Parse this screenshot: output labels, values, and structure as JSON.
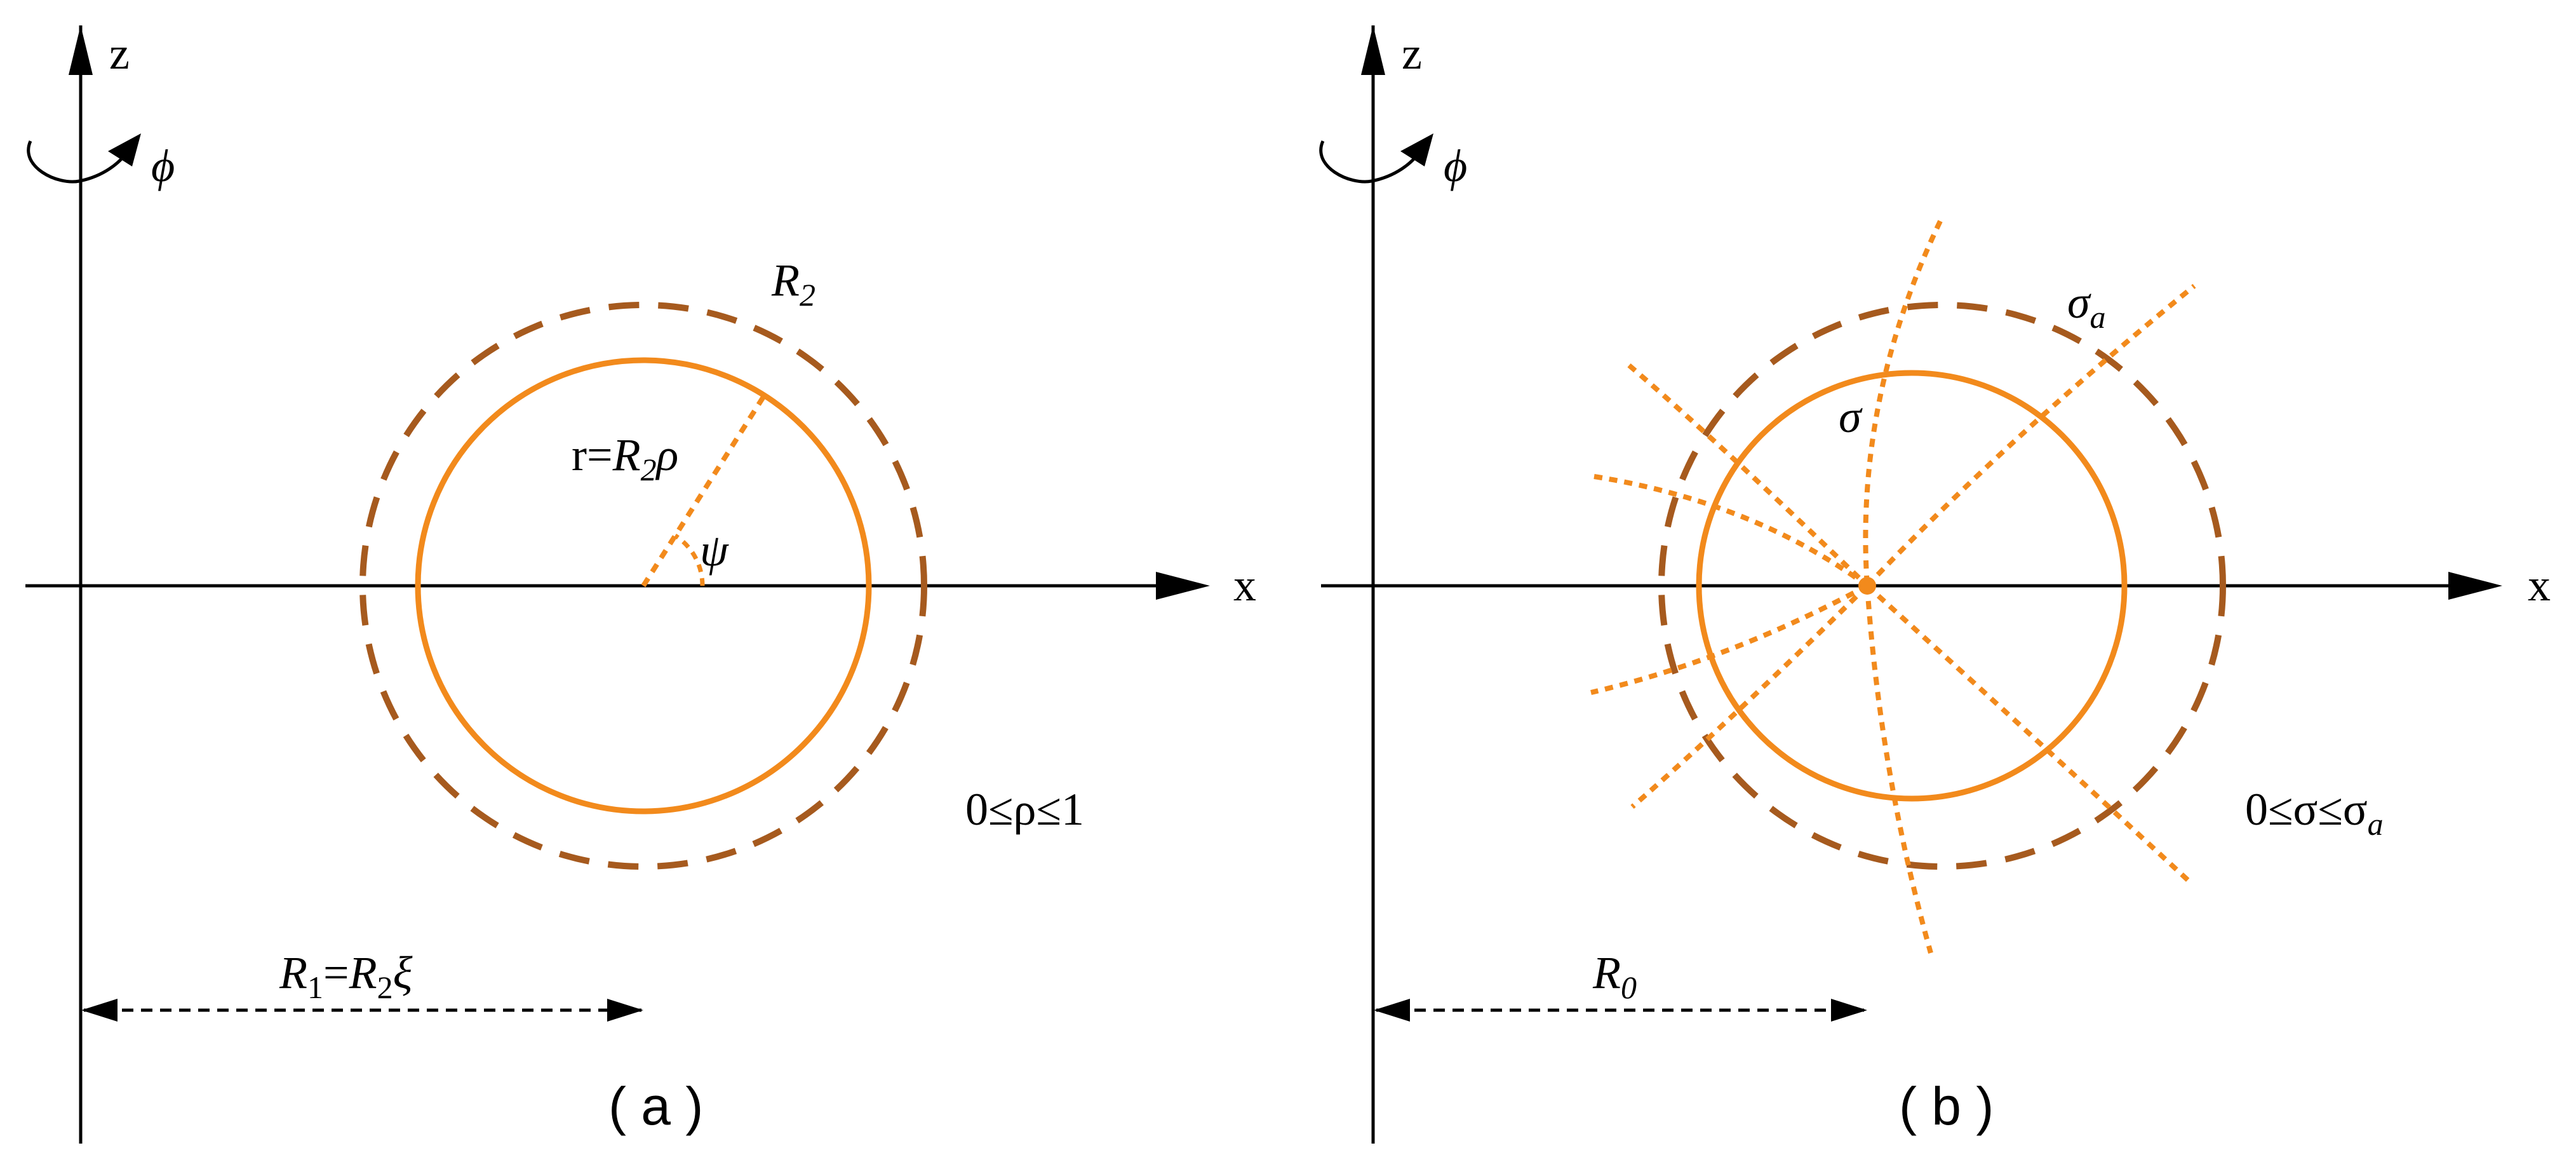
{
  "panel_a": {
    "axis_z": "z",
    "axis_x": "x",
    "rotation": "ϕ",
    "outer_label": {
      "main": "R",
      "sub": "2"
    },
    "radius_label": {
      "prefix": "r=",
      "main": "R",
      "sub": "2",
      "suffix": "ρ"
    },
    "angle_label": "ψ",
    "range_label": "0≤ρ≤1",
    "offset_label": {
      "m1": "R",
      "s1": "1",
      "eq": "=",
      "m2": "R",
      "s2": "2",
      "tail": "ξ"
    },
    "caption": "( a )"
  },
  "panel_b": {
    "axis_z": "z",
    "axis_x": "x",
    "rotation": "ϕ",
    "outer_label": {
      "main": "σ",
      "sub": "a"
    },
    "inner_label": "σ",
    "range_label": {
      "main": "0≤σ≤σ",
      "sub": "a"
    },
    "offset_label": {
      "main": "R",
      "sub": "0"
    },
    "caption": "( b )"
  },
  "colors": {
    "axis": "#000000",
    "circle": "#f28a1c",
    "outer_dashed": "#a65a1e",
    "arrow_dashed": "#000000"
  }
}
